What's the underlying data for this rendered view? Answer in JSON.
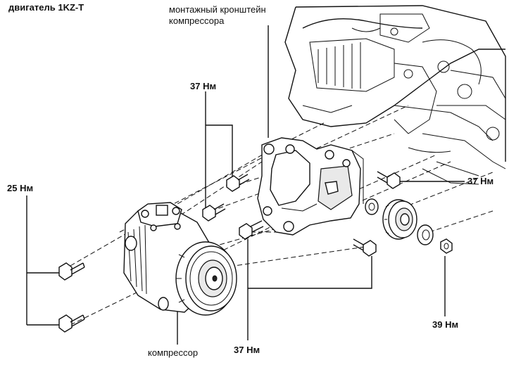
{
  "title": "двигатель 1KZ-T",
  "labels": {
    "bracket": [
      "монтажный кронштейн",
      "компрессора"
    ],
    "compressor": "компрессор"
  },
  "torques": {
    "left_bolts": "25 Нм",
    "upper_bolts": "37 Нм",
    "right_upper_bolt": "37 Нм",
    "lower_bolts": "37 Нм",
    "nut": "39 Нм"
  }
}
